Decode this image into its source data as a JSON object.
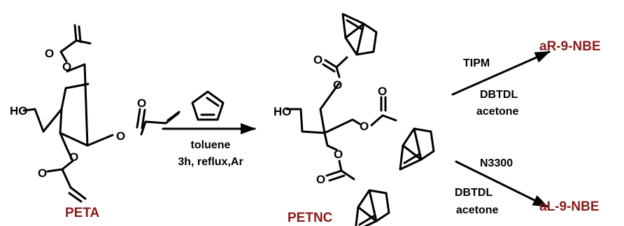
{
  "colors": {
    "line": "#000000",
    "compound_label": "#8b1a1a",
    "background": "#ffffff"
  },
  "atoms": {
    "oxygen": "O",
    "hydroxyl": "HO"
  },
  "compounds": {
    "start": "PETA",
    "intermediate": "PETNC",
    "product_top": "aR-9-NBE",
    "product_bottom": "aL-9-NBE"
  },
  "step1": {
    "reagent": "cyclopentadiene-icon",
    "conditions": [
      "toluene",
      "3h, reflux,Ar"
    ]
  },
  "step2_top": {
    "reagent": "TIPM",
    "catalyst": "DBTDL",
    "solvent": "acetone"
  },
  "step2_bottom": {
    "reagent": "N3300",
    "catalyst": "DBTDL",
    "solvent": "acetone"
  }
}
